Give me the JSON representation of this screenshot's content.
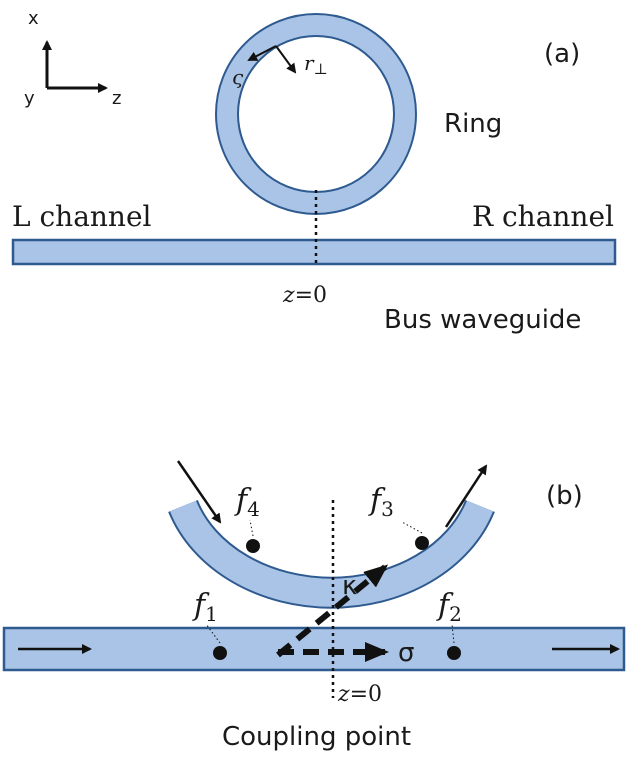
{
  "panel_a": {
    "label": "(a)",
    "axes": {
      "x": "x",
      "y": "y",
      "z": "z"
    },
    "ring_label": "Ring",
    "varsigma": "ς",
    "r_perp": "r",
    "r_perp_sub": "⊥",
    "left_channel": "L channel",
    "right_channel": "R channel",
    "z0": "z",
    "z0_suffix": "=0",
    "bus_label": "Bus waveguide"
  },
  "panel_b": {
    "label": "(b)",
    "f1": "f",
    "f1_sub": "1",
    "f2": "f",
    "f2_sub": "2",
    "f3": "f",
    "f3_sub": "3",
    "f4": "f",
    "f4_sub": "4",
    "kappa": "κ",
    "sigma": "σ",
    "z0": "z",
    "z0_suffix": "=0",
    "coupling_label": "Coupling point"
  },
  "colors": {
    "guide_fill": "#a9c4e6",
    "guide_edge": "#2e5a8f",
    "ink": "#111111"
  }
}
